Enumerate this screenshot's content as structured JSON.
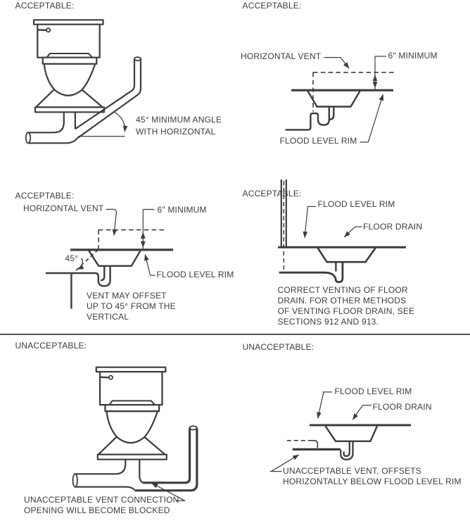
{
  "document": {
    "kind": "plumbing-vent-code-figure",
    "colors": {
      "ink": "#3c3c3c",
      "background": "#ffffff"
    }
  },
  "panels": {
    "top_left": {
      "title": "ACCEPTABLE:",
      "annotation": {
        "line1": "45° MINIMUM ANGLE",
        "line2": "WITH HORIZONTAL"
      }
    },
    "top_right": {
      "title": "ACCEPTABLE:",
      "labels": {
        "horizontal_vent": "HORIZONTAL VENT",
        "six_minimum": "6″ MINIMUM",
        "flood_level_rim": "FLOOD LEVEL RIM"
      }
    },
    "mid_left": {
      "title": "ACCEPTABLE:",
      "labels": {
        "horizontal_vent": "HORIZONTAL VENT",
        "six_minimum": "6″ MINIMUM",
        "angle_45": "45°",
        "flood_level_rim": "FLOOD LEVEL RIM"
      },
      "note": {
        "line1": "VENT MAY OFFSET",
        "line2": "UP TO 45° FROM THE",
        "line3": "VERTICAL"
      }
    },
    "mid_right": {
      "title": "ACCEPTABLE:",
      "labels": {
        "flood_level_rim": "FLOOD LEVEL RIM",
        "floor_drain": "FLOOR DRAIN"
      },
      "note": {
        "line1": "CORRECT VENTING OF FLOOR",
        "line2": "DRAIN. FOR OTHER METHODS",
        "line3": "OF VENTING FLOOR DRAIN, SEE",
        "line4": "SECTIONS 912 AND 913."
      }
    },
    "bottom_left": {
      "title": "UNACCEPTABLE:",
      "note": {
        "line1": "UNACCEPTABLE VENT CONNECTION",
        "line2": "OPENING WILL BECOME BLOCKED"
      }
    },
    "bottom_right": {
      "title": "UNACCEPTABLE:",
      "labels": {
        "flood_level_rim": "FLOOD LEVEL RIM",
        "floor_drain": "FLOOR DRAIN"
      },
      "note": {
        "line1": "UNACCEPTABLE VENT, OFFSETS",
        "line2": "HORIZONTALLY BELOW FLOOD LEVEL RIM"
      }
    }
  }
}
